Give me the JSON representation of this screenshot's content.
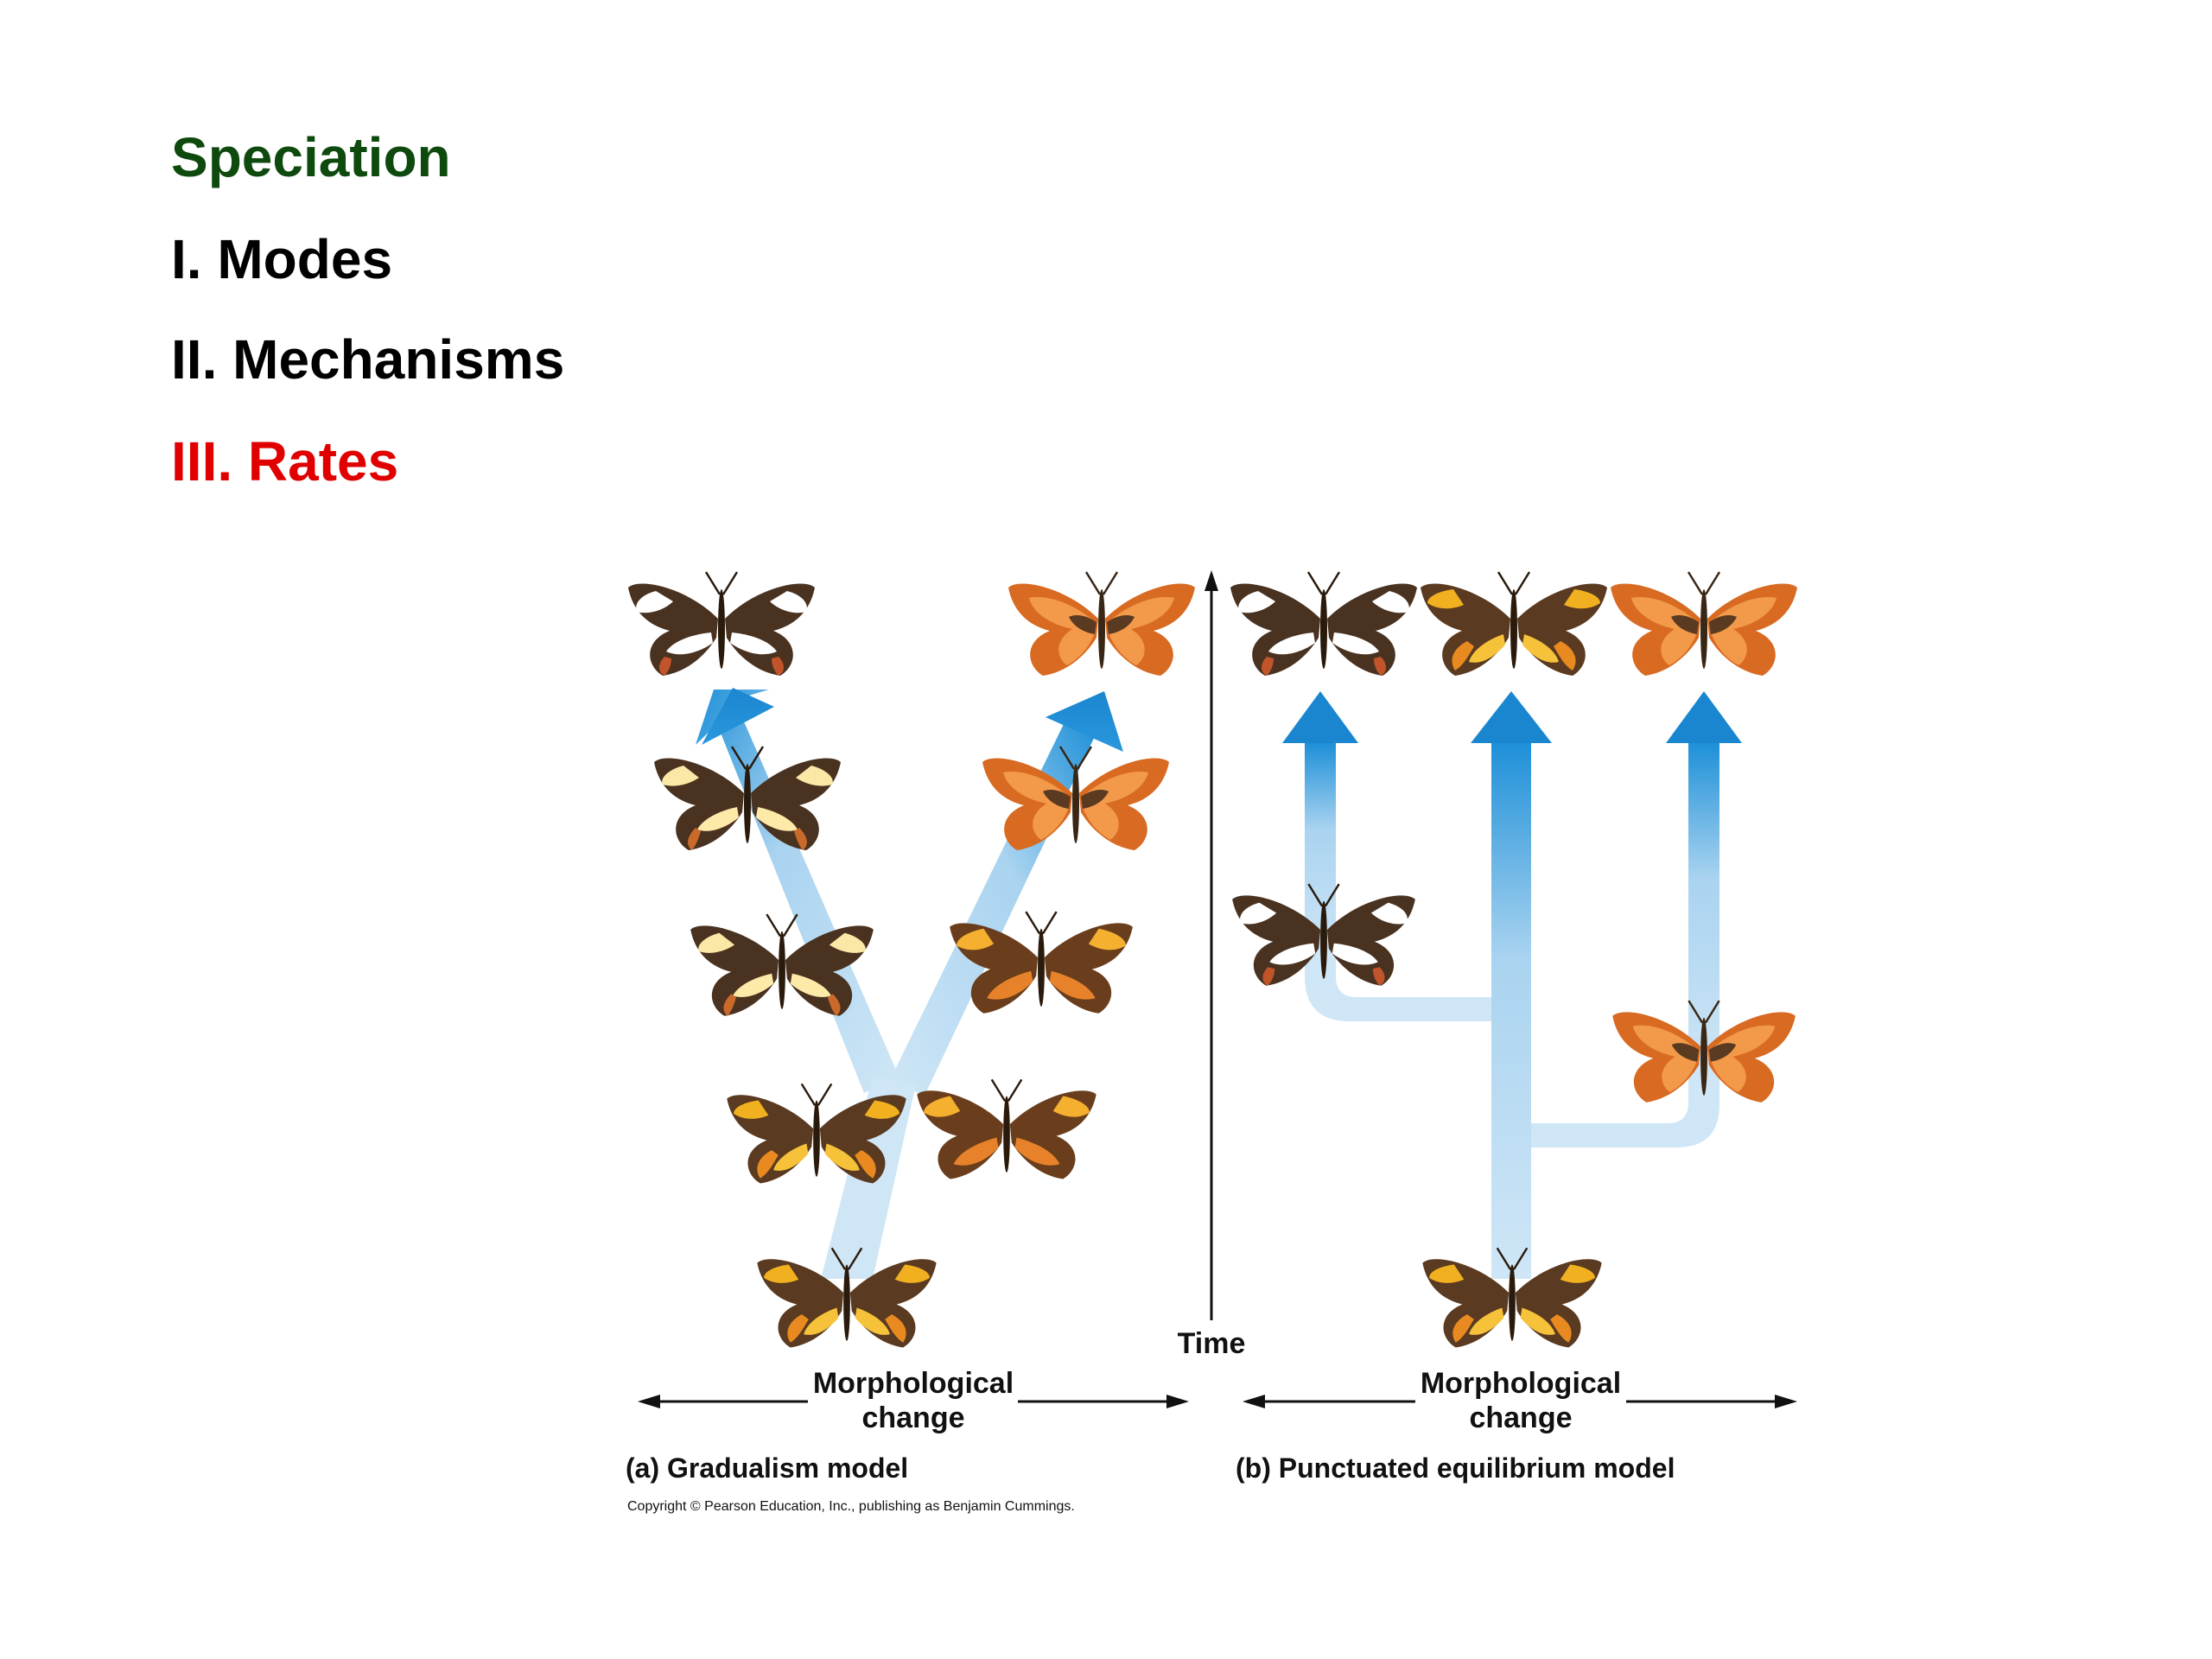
{
  "outline": {
    "title": "Speciation",
    "items": [
      "I. Modes",
      "II. Mechanisms",
      "III. Rates"
    ]
  },
  "colors": {
    "title": "#0e4a0e",
    "current_item": "#e00000",
    "arrow_blue": "#1e90d8",
    "arrow_pale": "#c4e1f4",
    "wing_brown": "#5a3a20",
    "wing_orange": "#e07830",
    "wing_yellow": "#f0b020",
    "wing_white": "#ffffff"
  },
  "diagram": {
    "time_label": "Time",
    "left": {
      "axis_label_line1": "Morphological",
      "axis_label_line2": "change",
      "caption": "(a) Gradualism model"
    },
    "right": {
      "axis_label_line1": "Morphological",
      "axis_label_line2": "change",
      "caption": "(b) Punctuated equilibrium model"
    },
    "copyright": "Copyright © Pearson Education, Inc., publishing as Benjamin Cummings."
  }
}
